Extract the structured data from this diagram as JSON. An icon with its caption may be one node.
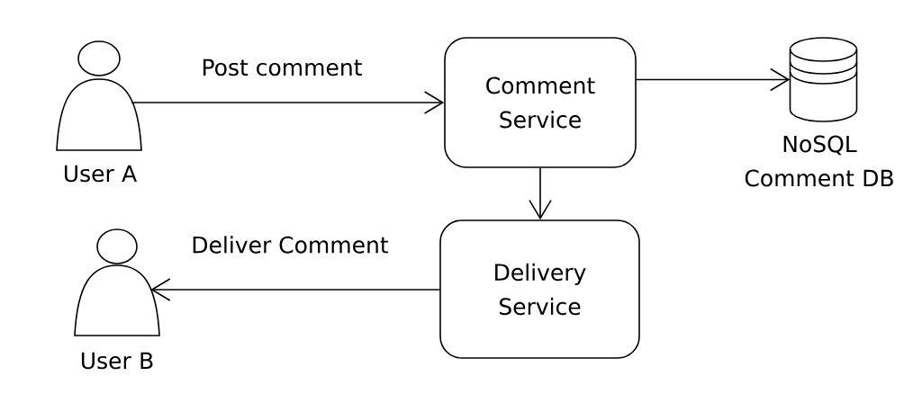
{
  "diagram": {
    "nodes": [
      {
        "text": [],
        "shape": "person",
        "beside": [
          "User A"
        ]
      },
      {
        "text": [
          "Comment Service"
        ]
      },
      {
        "text": [],
        "shape": "cylinder",
        "beside": [
          "NoSQL Comment DB"
        ]
      },
      {
        "text": [
          "Delivery Service"
        ]
      },
      {
        "text": [],
        "shape": "person",
        "beside": [
          "User B"
        ]
      }
    ],
    "edges": [
      {
        "from": 0,
        "to": 1,
        "arrow": "to",
        "label": "Post comment"
      },
      {
        "from": 1,
        "to": 2,
        "arrow": "to"
      },
      {
        "from": 1,
        "to": 3,
        "arrow": "to"
      },
      {
        "from": 3,
        "to": 4,
        "arrow": "to",
        "label": "Deliver Comment"
      }
    ]
  }
}
